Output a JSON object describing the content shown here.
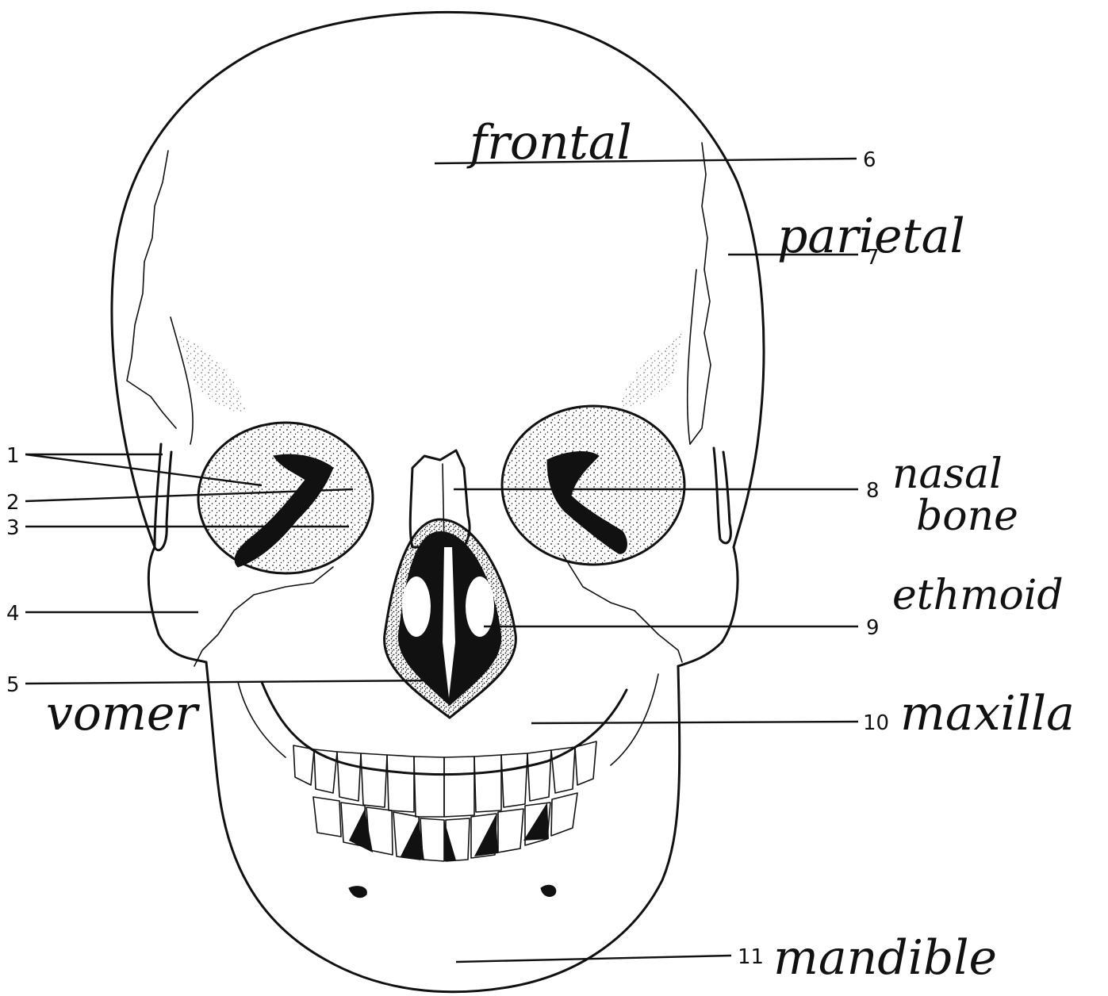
{
  "labels": [
    {
      "number": "1",
      "name": ""
    },
    {
      "number": "2",
      "name": ""
    },
    {
      "number": "3",
      "name": ""
    },
    {
      "number": "4",
      "name": ""
    },
    {
      "number": "5",
      "name": "vomer"
    },
    {
      "number": "6",
      "name": "frontal"
    },
    {
      "number": "7",
      "name": "parietal"
    },
    {
      "number": "8",
      "name": "nasal bone"
    },
    {
      "number": "9",
      "name": "ethmoid"
    },
    {
      "number": "10",
      "name": "maxilla"
    },
    {
      "number": "11",
      "name": "mandible"
    }
  ],
  "handwritten": {
    "frontal": "frontal",
    "parietal": "parietal",
    "nasal_line1": "nasal",
    "nasal_line2": "bone",
    "ethmoid": "ethmoid",
    "vomer": "vomer",
    "maxilla": "maxilla",
    "mandible": "mandible"
  },
  "colors": {
    "ink": "#111111",
    "paper": "#ffffff"
  }
}
